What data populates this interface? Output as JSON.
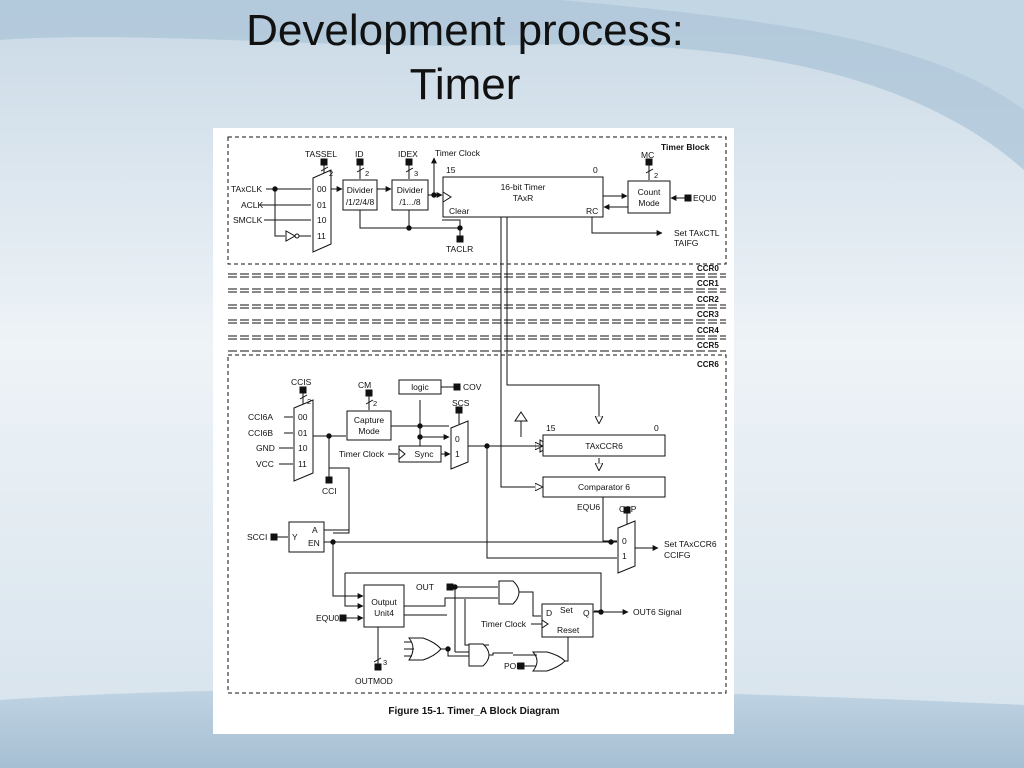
{
  "slide": {
    "title_line1": "Development process:",
    "title_line2": "Timer",
    "colors": {
      "background": "#dfe9f1",
      "swoosh": "#9fbcd2",
      "accent": "#2b4e72",
      "panel": "#ffffff"
    }
  },
  "figure": {
    "caption": "Figure 15-1. Timer_A Block Diagram",
    "timer_block": {
      "heading": "Timer Block",
      "tassel": "TASSEL",
      "tassel_width": "2",
      "id": "ID",
      "id_width": "2",
      "idex": "IDEX",
      "idex_width": "3",
      "timer_clock": "Timer Clock",
      "inputs": [
        "TAxCLK",
        "ACLK",
        "SMCLK"
      ],
      "mux_codes": [
        "00",
        "01",
        "10",
        "11"
      ],
      "divider1": [
        "Divider",
        "/1/2/4/8"
      ],
      "divider2": [
        "Divider",
        "/1.../8"
      ],
      "counter": [
        "16-bit Timer",
        "TAxR"
      ],
      "bit_hi": "15",
      "bit_lo": "0",
      "clear": "Clear",
      "rc": "RC",
      "mc": "MC",
      "mc_width": "2",
      "count_mode": [
        "Count",
        "Mode"
      ],
      "equ0_in": "EQU0",
      "taclr": "TACLR",
      "set_flag": [
        "Set TAxCTL",
        "TAIFG"
      ]
    },
    "ccr_channels": [
      "CCR0",
      "CCR1",
      "CCR2",
      "CCR3",
      "CCR4",
      "CCR5"
    ],
    "ccr6": {
      "heading": "CCR6",
      "ccis": "CCIS",
      "ccis_width": "2",
      "inputs": [
        "CCI6A",
        "CCI6B",
        "GND",
        "VCC"
      ],
      "mux_codes": [
        "00",
        "01",
        "10",
        "11"
      ],
      "cm": "CM",
      "cm_width": "2",
      "capture_mode": [
        "Capture",
        "Mode"
      ],
      "logic": "logic",
      "cov": "COV",
      "scs": "SCS",
      "timer_clock": "Timer Clock",
      "sync": "Sync",
      "sel": [
        "0",
        "1"
      ],
      "cci": "CCI",
      "register": "TAxCCR6",
      "bit_hi": "15",
      "bit_lo": "0",
      "comparator": "Comparator 6",
      "equ6": "EQU6",
      "cap": "CAP",
      "cap_sel": [
        "0",
        "1"
      ],
      "set_flag": [
        "Set TAxCCR6",
        "CCIFG"
      ],
      "scci": "SCCI",
      "latch": {
        "y": "Y",
        "a": "A",
        "en": "EN"
      },
      "out": "OUT",
      "output_unit": [
        "Output",
        "Unit4"
      ],
      "equ0": "EQU0",
      "ff": {
        "d": "D",
        "set": "Set",
        "q": "Q",
        "reset": "Reset",
        "clock": "Timer Clock"
      },
      "out6": "OUT6 Signal",
      "por": "POR",
      "outmod": "OUTMOD",
      "outmod_width": "3"
    }
  }
}
